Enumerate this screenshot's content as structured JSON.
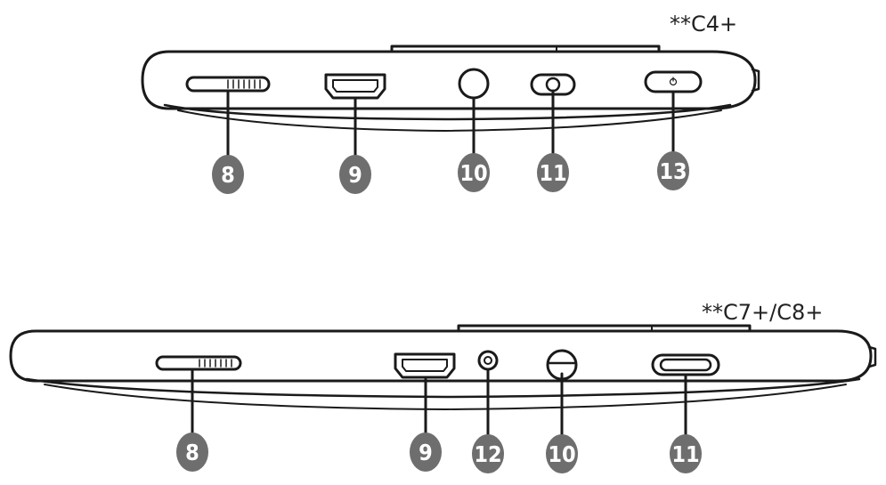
{
  "devices": [
    {
      "model_label": "**C4+",
      "callouts": [
        "8",
        "9",
        "10",
        "11",
        "13"
      ]
    },
    {
      "model_label": "**C7+/C8+",
      "callouts": [
        "8",
        "9",
        "12",
        "10",
        "11"
      ]
    }
  ],
  "colors": {
    "outline": "#1a1a1a",
    "callout_fill": "#6e6e6e",
    "callout_text": "#ffffff"
  }
}
